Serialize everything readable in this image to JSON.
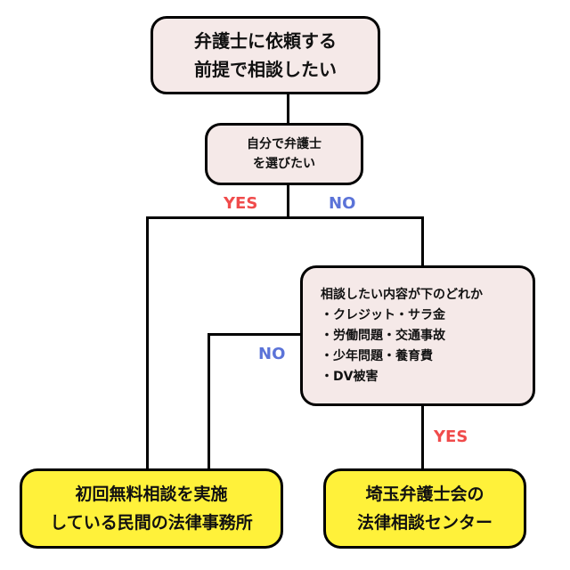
{
  "colors": {
    "yes_label": "#f04b4b",
    "no_label": "#5b73d8",
    "node_fill": "#f5e9e8",
    "result_fill": "#fff13a",
    "line": "#000000"
  },
  "nodes": {
    "start": {
      "line1": "弁護士に依頼する",
      "line2": "前提で相談したい"
    },
    "question": {
      "line1": "自分で弁護士",
      "line2": "を選びたい"
    },
    "criteria": {
      "title": "相談したい内容が下のどれか",
      "items": [
        "・クレジット・サラ金",
        "・労働問題・交通事故",
        "・少年問題・養育費",
        "・DV被害"
      ]
    },
    "private_office": {
      "line1": "初回無料相談を実施",
      "line2": "している民間の法律事務所"
    },
    "bar_center": {
      "line1": "埼玉弁護士会の",
      "line2": "法律相談センター"
    }
  },
  "edges": {
    "question_yes": "YES",
    "question_no": "NO",
    "criteria_no": "NO",
    "criteria_yes": "YES"
  }
}
